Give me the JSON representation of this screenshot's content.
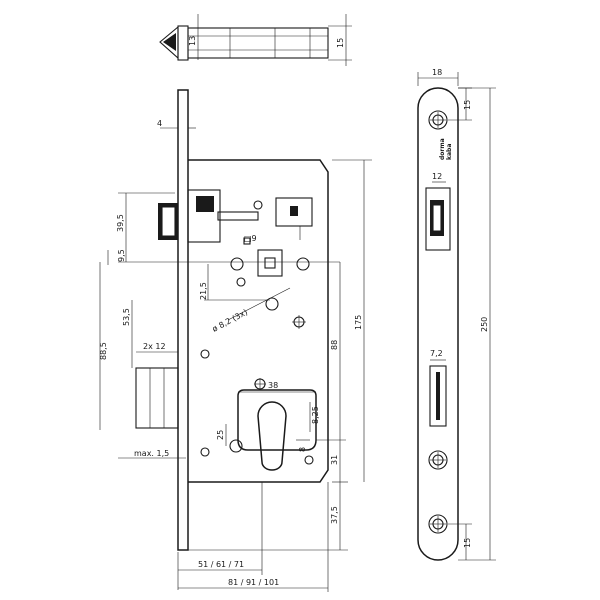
{
  "dimensions": {
    "top_view_13": "13",
    "top_view_15": "15",
    "forend_thickness_4": "4",
    "latch_39_5": "39,5",
    "spindle_9_5": "9,5",
    "square_9": "□9",
    "hole_21_5": "21,5",
    "screw_diam": "ø 8,2 (3x)",
    "latch_53_5": "53,5",
    "bolt_2x12": "2x 12",
    "bolt_88_5": "88,5",
    "cyl_38": "38",
    "cyl_8_25": "8,25",
    "cyl_25": "25",
    "cyl_8": "8",
    "body_175": "175",
    "body_88": "88",
    "cyl_31": "31",
    "max_throw": "max. 1,5",
    "bottom_37_5": "37,5",
    "backsets": "51 / 61 / 71",
    "depths": "81 / 91 / 101",
    "side_18": "18",
    "side_15_top": "15",
    "side_12": "12",
    "side_7_2": "7,2",
    "side_250": "250",
    "side_15_bottom": "15"
  },
  "brand": {
    "line1": "dorma",
    "line2": "kaba"
  }
}
